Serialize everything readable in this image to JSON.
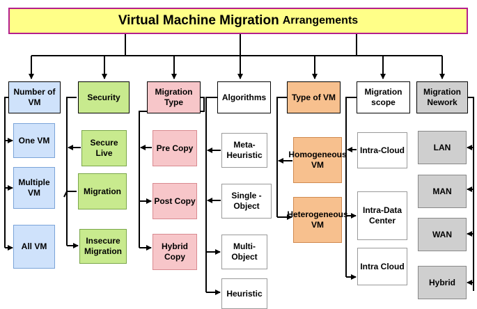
{
  "title": {
    "main": "Virtual Machine Migration",
    "suffix": "Arrangements"
  },
  "categories": {
    "number_of_vm": {
      "label": "Number of VM",
      "items": [
        "One VM",
        "Multiple VM",
        "All VM"
      ]
    },
    "security": {
      "label": "Security",
      "items": [
        "Secure Live",
        "Migration",
        "Insecure Migration"
      ]
    },
    "migration_type": {
      "label": "Migration Type",
      "items": [
        "Pre Copy",
        "Post Copy",
        "Hybrid Copy"
      ]
    },
    "algorithms": {
      "label": "Algorithms",
      "items": [
        "Meta-Heuristic",
        "Single -Object",
        "Multi-Object",
        "Heuristic"
      ]
    },
    "type_of_vm": {
      "label": "Type of VM",
      "items": [
        "Homogeneous VM",
        "Heterogeneous VM"
      ]
    },
    "migration_scope": {
      "label": "Migration scope",
      "items": [
        "Intra-Cloud",
        "Intra-Data Center",
        "Intra Cloud"
      ]
    },
    "migration_network": {
      "label": "Migration Nework",
      "items": [
        "LAN",
        "MAN",
        "WAN",
        "Hybrid"
      ]
    }
  },
  "colors": {
    "title_fill": "#ffff88",
    "title_border": "#b41e8c",
    "blue": "#cfe2fb",
    "green": "#c8ea8e",
    "pink": "#f7c6c9",
    "orange": "#f7c08e",
    "gray": "#cfcfcf"
  }
}
